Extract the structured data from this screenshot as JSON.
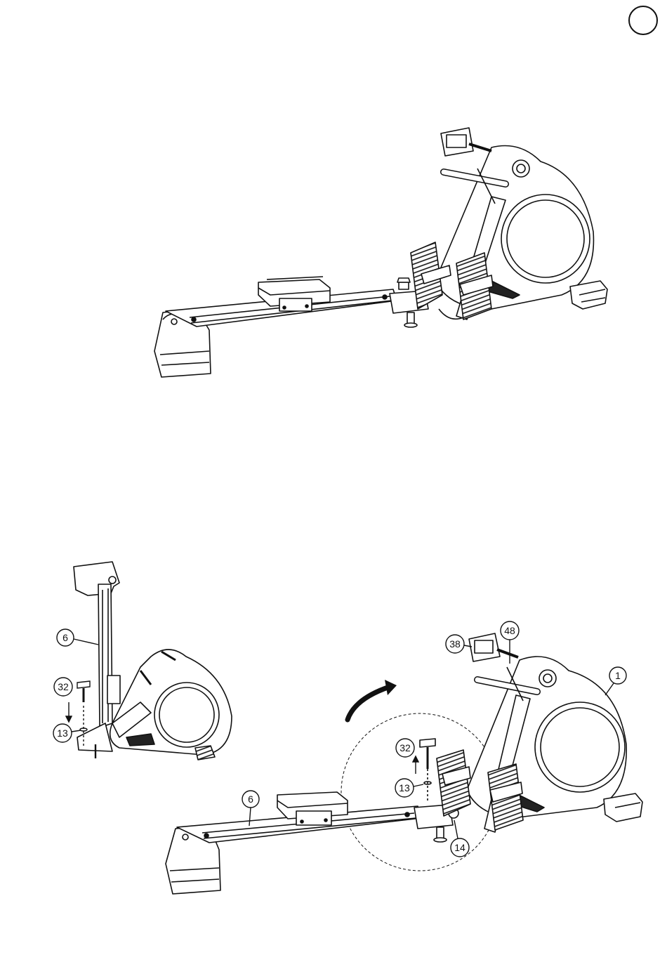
{
  "page": {
    "step_number": ""
  },
  "callouts": {
    "rail_left": "6",
    "knob_left": "32",
    "washer_left": "13",
    "console": "38",
    "console_bracket": "48",
    "main_frame": "1",
    "knob_right": "32",
    "washer_right": "13",
    "rail_right": "6",
    "pivot_bolt": "14"
  },
  "colors": {
    "line": "#111111",
    "pad_dark": "#222222",
    "paper": "#ffffff"
  }
}
